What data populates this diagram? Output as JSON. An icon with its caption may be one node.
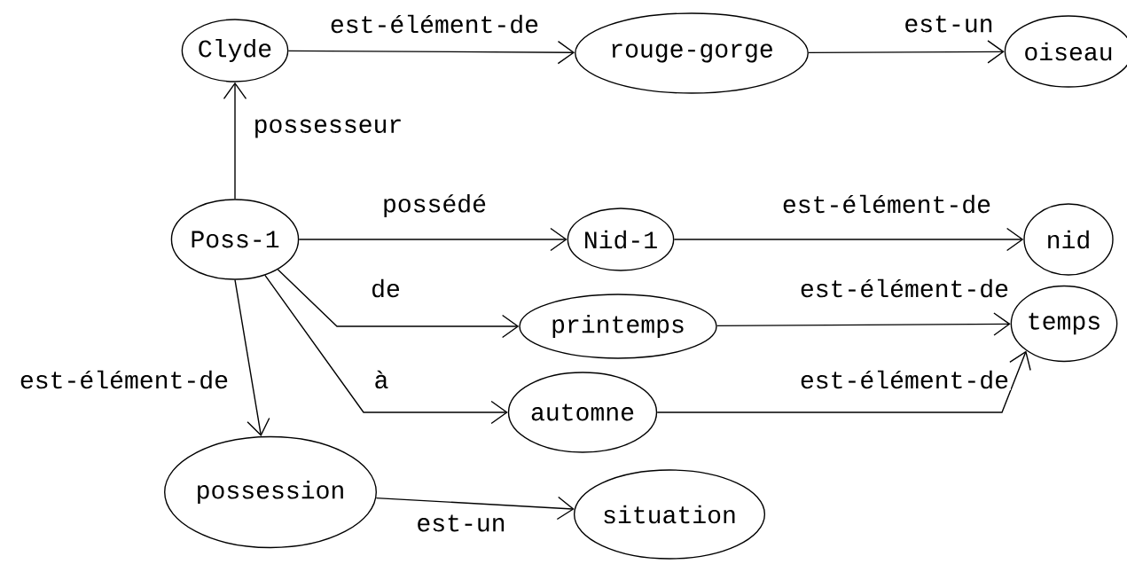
{
  "diagram": {
    "nodes": [
      {
        "text": [
          "Clyde"
        ]
      },
      {
        "text": [
          "rouge-gorge"
        ]
      },
      {
        "text": [
          "oiseau"
        ]
      },
      {
        "text": [
          "Poss-1"
        ]
      },
      {
        "text": [
          "Nid-1"
        ]
      },
      {
        "text": [
          "nid"
        ]
      },
      {
        "text": [
          "printemps"
        ]
      },
      {
        "text": [
          "temps"
        ]
      },
      {
        "text": [
          "automne"
        ]
      },
      {
        "text": [
          "possession"
        ]
      },
      {
        "text": [
          "situation"
        ]
      }
    ],
    "edges": [
      {
        "from": 0,
        "to": 1,
        "arrow": "to",
        "label": "est-élément-de"
      },
      {
        "from": 1,
        "to": 2,
        "arrow": "to",
        "label": "est-un"
      },
      {
        "from": 3,
        "to": 0,
        "arrow": "to",
        "label": "possesseur"
      },
      {
        "from": 3,
        "to": 4,
        "arrow": "to",
        "label": "possédé"
      },
      {
        "from": 4,
        "to": 5,
        "arrow": "to",
        "label": "est-élément-de"
      },
      {
        "from": 3,
        "to": 6,
        "arrow": "to",
        "label": "de"
      },
      {
        "from": 6,
        "to": 7,
        "arrow": "to",
        "label": "est-élément-de"
      },
      {
        "from": 3,
        "to": 8,
        "arrow": "to",
        "label": "à"
      },
      {
        "from": 8,
        "to": 7,
        "arrow": "to",
        "label": "est-élément-de"
      },
      {
        "from": 3,
        "to": 9,
        "arrow": "to",
        "label": "est-élément-de"
      },
      {
        "from": 9,
        "to": 10,
        "arrow": "to",
        "label": "est-un"
      }
    ]
  }
}
